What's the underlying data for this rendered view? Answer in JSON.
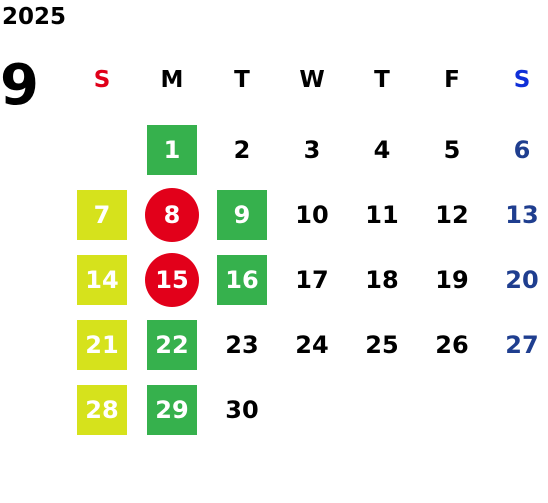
{
  "calendar": {
    "year": "2025",
    "month": "9",
    "weekdays": [
      {
        "label": "S",
        "type": "sun"
      },
      {
        "label": "M",
        "type": ""
      },
      {
        "label": "T",
        "type": ""
      },
      {
        "label": "W",
        "type": ""
      },
      {
        "label": "T",
        "type": ""
      },
      {
        "label": "F",
        "type": ""
      },
      {
        "label": "S",
        "type": "sat"
      }
    ],
    "weeks": [
      [
        null,
        {
          "d": "1",
          "s": "green"
        },
        {
          "d": "2"
        },
        {
          "d": "3"
        },
        {
          "d": "4"
        },
        {
          "d": "5"
        },
        {
          "d": "6",
          "s": "sat"
        }
      ],
      [
        {
          "d": "7",
          "s": "yellow"
        },
        {
          "d": "8",
          "s": "red"
        },
        {
          "d": "9",
          "s": "green"
        },
        {
          "d": "10"
        },
        {
          "d": "11"
        },
        {
          "d": "12"
        },
        {
          "d": "13",
          "s": "sat"
        }
      ],
      [
        {
          "d": "14",
          "s": "yellow"
        },
        {
          "d": "15",
          "s": "red"
        },
        {
          "d": "16",
          "s": "green"
        },
        {
          "d": "17"
        },
        {
          "d": "18"
        },
        {
          "d": "19"
        },
        {
          "d": "20",
          "s": "sat"
        }
      ],
      [
        {
          "d": "21",
          "s": "yellow"
        },
        {
          "d": "22",
          "s": "green"
        },
        {
          "d": "23"
        },
        {
          "d": "24"
        },
        {
          "d": "25"
        },
        {
          "d": "26"
        },
        {
          "d": "27",
          "s": "sat"
        }
      ],
      [
        {
          "d": "28",
          "s": "yellow"
        },
        {
          "d": "29",
          "s": "green"
        },
        {
          "d": "30"
        },
        null,
        null,
        null,
        null
      ]
    ],
    "colors": {
      "green": "#36b14d",
      "yellow": "#d6e21c",
      "red": "#e2001a",
      "sunday_header": "#e00019",
      "saturday_header": "#0f2fd8",
      "saturday_day": "#1f3e8f"
    }
  }
}
